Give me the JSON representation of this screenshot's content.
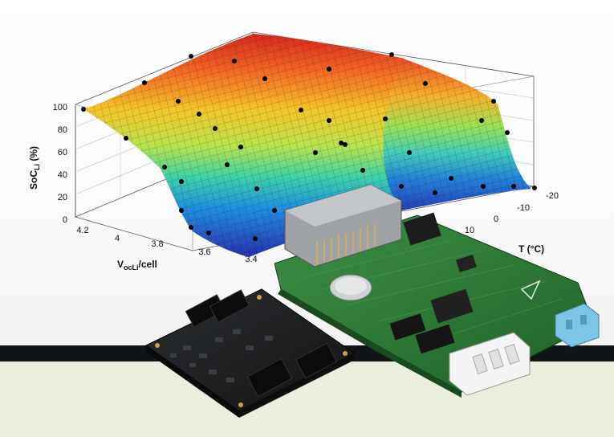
{
  "plot": {
    "z_axis_label": "SoC",
    "z_axis_label_sub": "Li",
    "z_axis_label_unit": " (%)",
    "z_ticks": [
      "100",
      "80",
      "60",
      "40",
      "20",
      "0"
    ],
    "x_axis_label": "V",
    "x_axis_label_sub": "ocLi",
    "x_axis_label_unit": "/cell",
    "x_ticks": [
      "4.2",
      "4",
      "3.8",
      "3.6",
      "3.4"
    ],
    "y_axis_label": "T (°C)",
    "y_ticks": [
      "-20",
      "-10",
      "0",
      "10"
    ]
  },
  "colors": {
    "band_dark": "#111517",
    "bottom_panel": "#eaeedd",
    "pcb_green": "#2f7d3a",
    "pcb_black": "#1b1d1f"
  },
  "icons": {
    "surface": "3d-surface-plot",
    "board_a": "green-pcb-bms-board",
    "board_b": "black-pcb-module"
  }
}
